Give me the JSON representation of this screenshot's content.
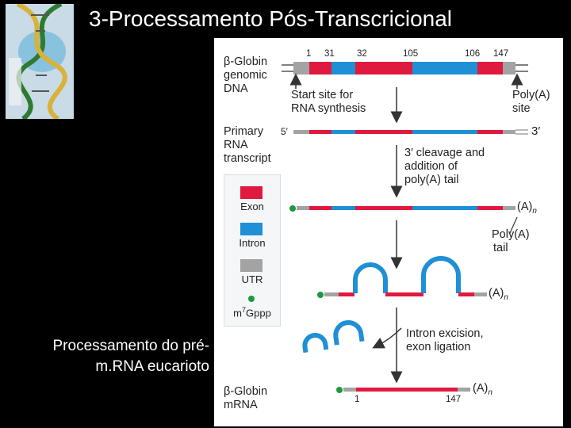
{
  "slide": {
    "title": "3-Processamento Pós-Transcricional",
    "caption_line1": "Processamento do pré-",
    "caption_line2": "m.RNA eucarioto"
  },
  "figure": {
    "genomic": {
      "label_l1": "β-Globin",
      "label_l2": "genomic",
      "label_l3": "DNA",
      "positions": [
        "1",
        "31",
        "32",
        "105",
        "106",
        "147"
      ]
    },
    "start_site": {
      "l1": "Start site for",
      "l2": "RNA synthesis"
    },
    "polya_site": {
      "l1": "Poly(A)",
      "l2": "site"
    },
    "primary": {
      "label_l1": "Primary",
      "label_l2": "RNA",
      "label_l3": "transcript",
      "five_prime": "5′",
      "three_prime": "3′"
    },
    "cleavage_step": {
      "l1": "3′ cleavage and",
      "l2": "addition of",
      "l3": "poly(A) tail"
    },
    "polya_label": {
      "base": "(A)",
      "sub": "n"
    },
    "polya_tail": {
      "l1": "Poly(A)",
      "l2": "tail"
    },
    "excision_step": {
      "l1": "Intron excision,",
      "l2": "exon ligation"
    },
    "mrna": {
      "label_l1": "β-Globin",
      "label_l2": "mRNA",
      "start_num": "1",
      "end_num": "147"
    },
    "legend": {
      "exon": "Exon",
      "intron": "Intron",
      "utr": "UTR",
      "cap_prefix": "m",
      "cap_sup": "7",
      "cap_suffix": "Gppp"
    },
    "colors": {
      "exon": "#e0193e",
      "intron": "#1f8fd6",
      "utr": "#a3a3a3",
      "cap": "#1a9a3c",
      "arrow": "#333333"
    }
  }
}
